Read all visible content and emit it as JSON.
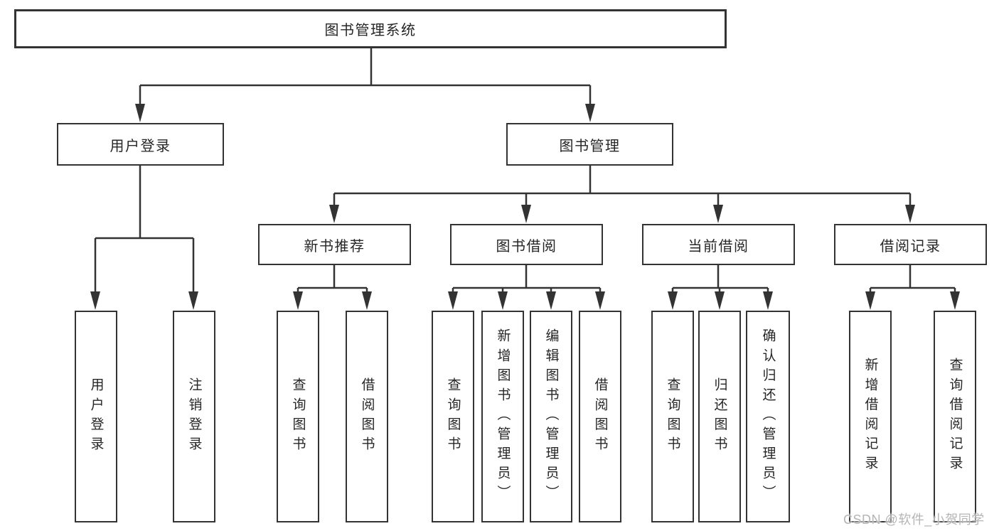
{
  "diagram_title": "图书管理系统",
  "tree": {
    "label": "图书管理系统",
    "children": [
      {
        "label": "用户登录",
        "children": [
          {
            "label": "用户登录"
          },
          {
            "label": "注销登录"
          }
        ]
      },
      {
        "label": "图书管理",
        "children": [
          {
            "label": "新书推荐",
            "children": [
              {
                "label": "查询图书"
              },
              {
                "label": "借阅图书"
              }
            ]
          },
          {
            "label": "图书借阅",
            "children": [
              {
                "label": "查询图书"
              },
              {
                "label": "新增图书（管理员）"
              },
              {
                "label": "编辑图书（管理员）"
              },
              {
                "label": "借阅图书"
              }
            ]
          },
          {
            "label": "当前借阅",
            "children": [
              {
                "label": "查询图书"
              },
              {
                "label": "归还图书"
              },
              {
                "label": "确认归还（管理员）"
              }
            ]
          },
          {
            "label": "借阅记录",
            "children": [
              {
                "label": "新增借阅记录"
              },
              {
                "label": "查询借阅记录"
              }
            ]
          }
        ]
      }
    ]
  },
  "watermark": {
    "text": "CSDN @软件_小贺同学"
  },
  "colors": {
    "line": "#333333",
    "box_border": "#333333",
    "text": "#262626",
    "watermark_text": "#b5b5b5",
    "background": "#ffffff"
  }
}
